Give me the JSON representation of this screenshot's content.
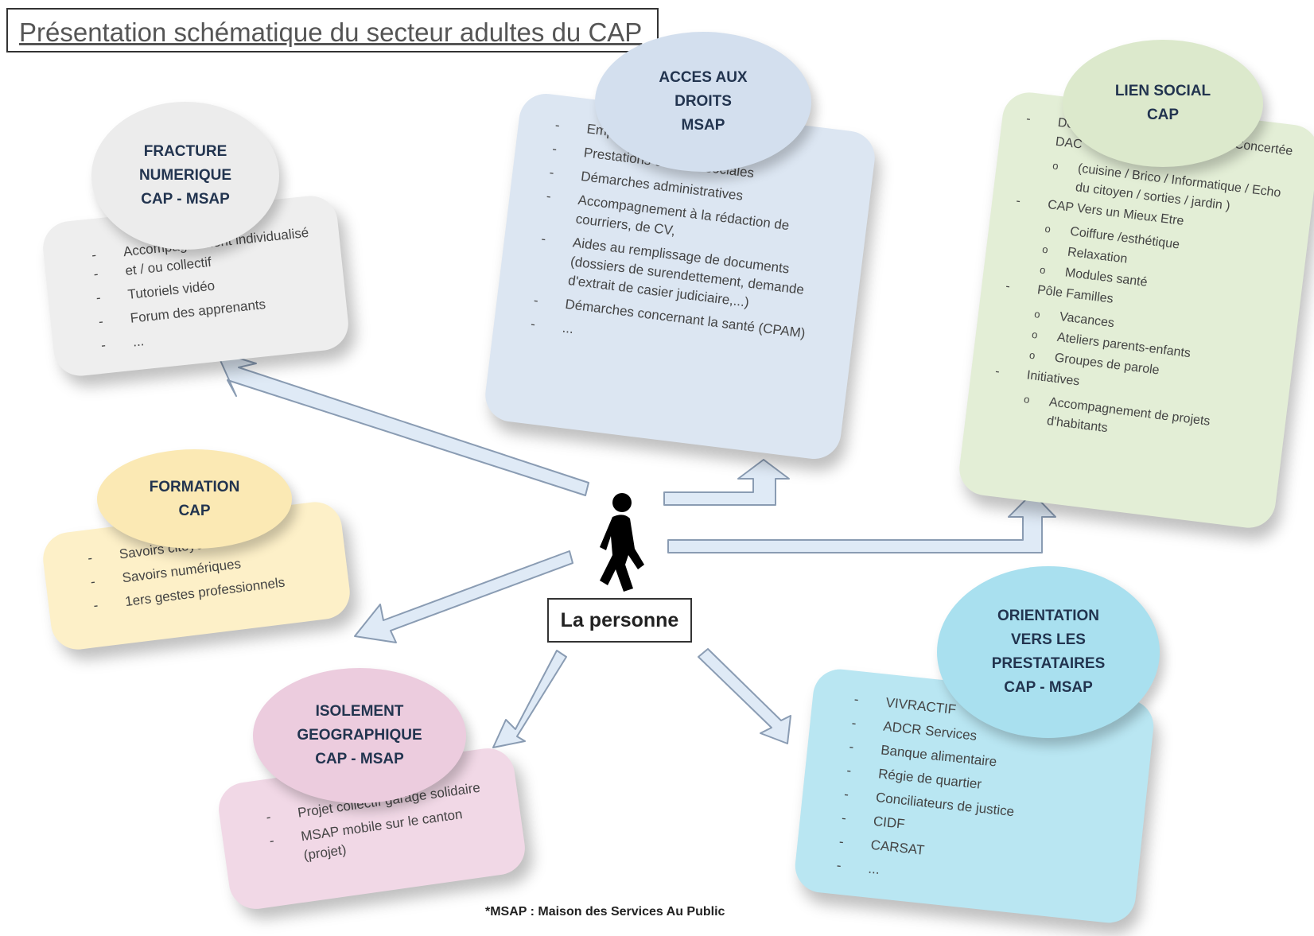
{
  "title": "Présentation schématique du secteur adultes du CAP",
  "center": {
    "label": "La personne"
  },
  "footnote": "*MSAP : Maison des Services Au Public",
  "colors": {
    "numerique": "#eeeeee",
    "acces": "#dce6f2",
    "lien": "#e3eed6",
    "formation": "#fdf0c8",
    "isolement": "#f1d8e6",
    "orientation": "#b9e6f2",
    "arrow": "#dfeaf6"
  },
  "nodes": {
    "numerique": {
      "heading": [
        "FRACTURE",
        "NUMERIQUE",
        "CAP - MSAP"
      ],
      "items": [
        {
          "text": "Accompagnement individualisé"
        },
        {
          "text": "et / ou collectif",
          "cont": true
        },
        {
          "text": "Tutoriels vidéo"
        },
        {
          "text": "Forum des apprenants"
        },
        {
          "text": "..."
        }
      ]
    },
    "acces": {
      "heading": [
        "ACCES AUX",
        "DROITS",
        "MSAP"
      ],
      "items": [
        {
          "text": "Emploi"
        },
        {
          "text": "Prestations et aides sociales"
        },
        {
          "text": "Démarches administratives"
        },
        {
          "text": "Accompagnement à la rédaction de courriers, de CV,"
        },
        {
          "text": "Aides au remplissage de documents (dossiers de surendettement, demande d'extrait de casier judiciaire,...)"
        },
        {
          "text": "Démarches concernant la santé (CPAM)"
        },
        {
          "text": "..."
        }
      ]
    },
    "lien": {
      "heading": [
        "LIEN SOCIAL",
        "CAP"
      ],
      "items": [
        {
          "text": "Démarche d'Accompagnement Concertée DAC"
        },
        {
          "text": "(cuisine / Brico / Informatique / Echo du citoyen / sorties / jardin )",
          "sub": true
        },
        {
          "text": "CAP Vers un Mieux Etre"
        },
        {
          "text": "Coiffure /esthétique",
          "sub": true
        },
        {
          "text": "Relaxation",
          "sub": true
        },
        {
          "text": "Modules santé",
          "sub": true
        },
        {
          "text": "Pôle Familles"
        },
        {
          "text": "Vacances",
          "sub": true
        },
        {
          "text": "Ateliers parents-enfants",
          "sub": true
        },
        {
          "text": "Groupes de parole",
          "sub": true
        },
        {
          "text": "Initiatives"
        },
        {
          "text": "Accompagnement de projets d'habitants",
          "sub": true
        }
      ]
    },
    "formation": {
      "heading": [
        "FORMATION",
        "CAP"
      ],
      "items": [
        {
          "text": "Savoirs citoyens"
        },
        {
          "text": "Savoirs numériques"
        },
        {
          "text": "1ers gestes professionnels"
        }
      ]
    },
    "isolement": {
      "heading": [
        "ISOLEMENT",
        "GEOGRAPHIQUE",
        "CAP - MSAP"
      ],
      "items": [
        {
          "text": "Projet collectif garage solidaire"
        },
        {
          "text": "MSAP mobile sur le canton (projet)"
        }
      ]
    },
    "orientation": {
      "heading": [
        "ORIENTATION",
        "VERS LES",
        "PRESTATAIRES",
        "CAP - MSAP"
      ],
      "items": [
        {
          "text": "VIVRACTIF"
        },
        {
          "text": "ADCR Services"
        },
        {
          "text": "Banque alimentaire"
        },
        {
          "text": "Régie de quartier"
        },
        {
          "text": "Conciliateurs de justice"
        },
        {
          "text": "CIDF"
        },
        {
          "text": "CARSAT"
        },
        {
          "text": "..."
        }
      ]
    }
  }
}
